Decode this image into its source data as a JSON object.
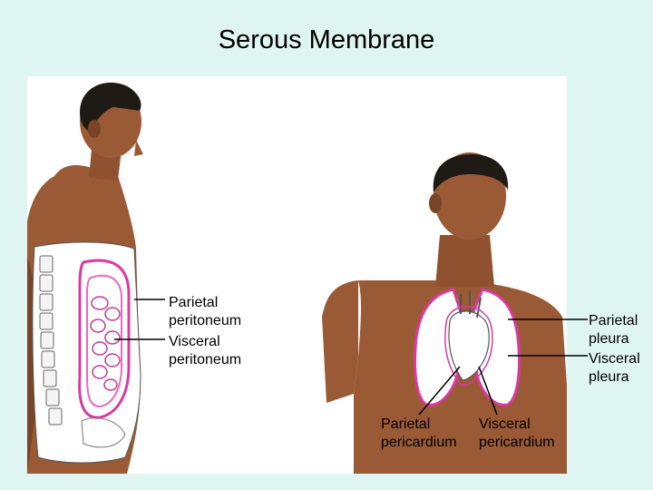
{
  "title": "Serous Membrane",
  "colors": {
    "background": "#dff5f2",
    "skin": "#9a5a36",
    "skin_shadow": "#7a4426",
    "hair": "#1e1a16",
    "membrane": "#d93aa0",
    "organs": "#ffffff"
  },
  "labels": {
    "parietal_peritoneum": "Parietal\nperitoneum",
    "visceral_peritoneum": "Visceral\nperitoneum",
    "parietal_pleura": "Parietal\npleura",
    "visceral_pleura": "Visceral\npleura",
    "parietal_pericardium": "Parietal\npericardium",
    "visceral_pericardium": "Visceral\npericardium"
  }
}
